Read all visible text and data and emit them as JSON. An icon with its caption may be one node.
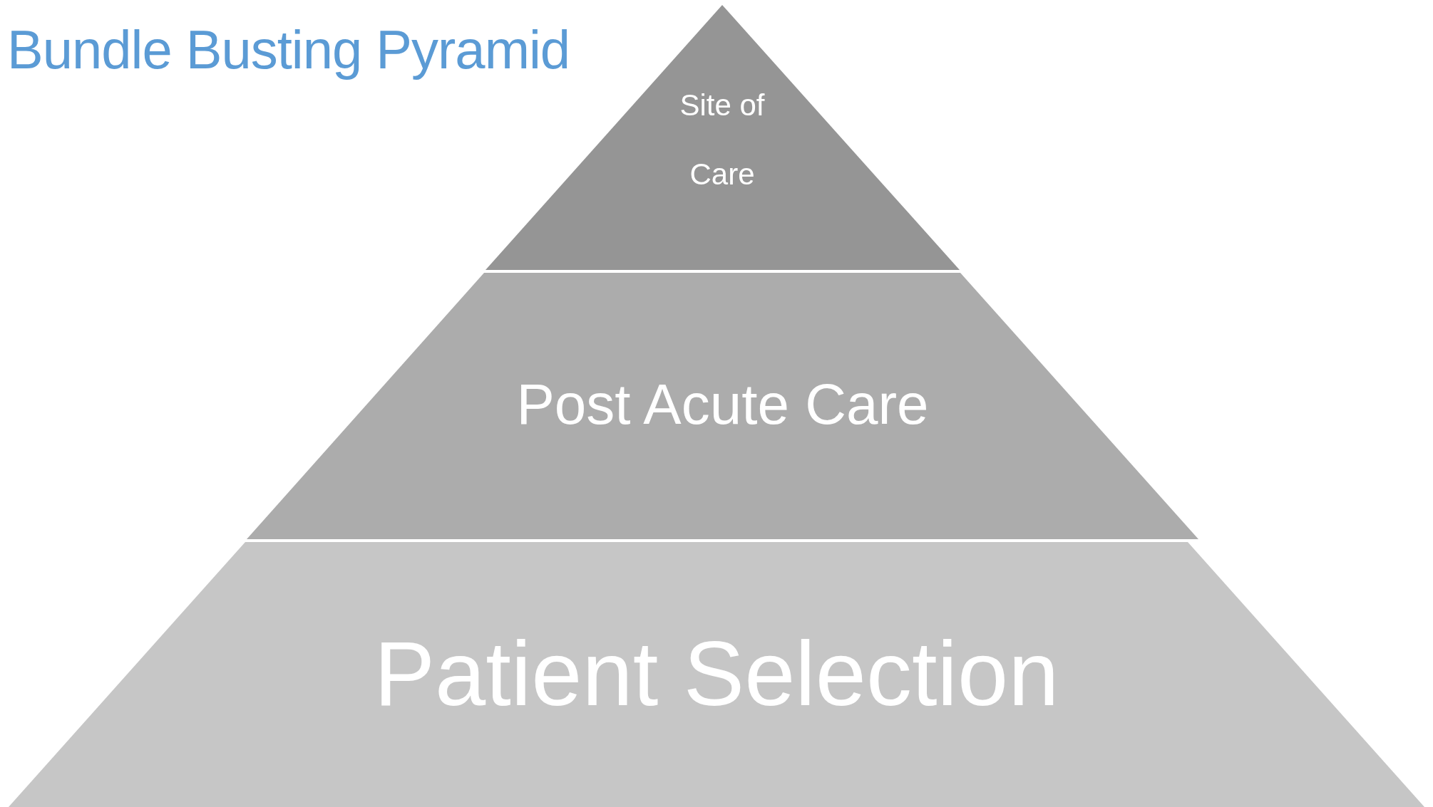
{
  "diagram": {
    "title": "Bundle Busting Pyramid",
    "nodes": [
      {
        "text": [
          "Site of Care"
        ]
      },
      {
        "text": [
          "Post Acute Care"
        ]
      },
      {
        "text": [
          "Patient Selection"
        ]
      }
    ]
  }
}
